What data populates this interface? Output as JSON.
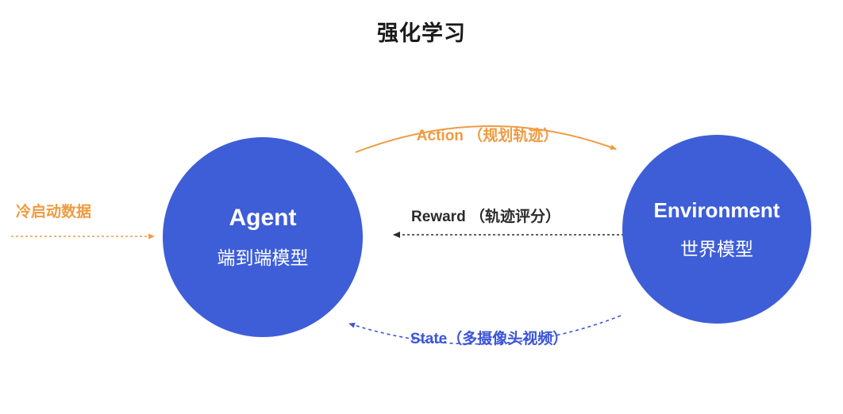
{
  "title": "强化学习",
  "agent": {
    "name": "Agent",
    "subtitle": "端到端模型"
  },
  "environment": {
    "name": "Environment",
    "subtitle": "世界模型"
  },
  "arrows": {
    "action": {
      "label": "Action （规划轨迹）",
      "color": "#ef9b41",
      "style": "solid-curved",
      "from": "agent",
      "to": "environment"
    },
    "reward": {
      "label": "Reward （轨迹评分）",
      "color": "#2b2b2b",
      "style": "dashed-straight",
      "from": "environment",
      "to": "agent"
    },
    "state": {
      "label": "State（多摄像头视频）",
      "color": "#3c55d8",
      "style": "dashed-curved",
      "from": "environment",
      "to": "agent"
    },
    "cold_start": {
      "label": "冷启动数据",
      "color": "#ef9b41",
      "style": "dashed-straight",
      "from": "outside",
      "to": "agent"
    }
  },
  "colors": {
    "node_fill": "#3e5ed8",
    "node_text": "#ffffff",
    "background": "#ffffff",
    "title_text": "#1a1a1a"
  }
}
